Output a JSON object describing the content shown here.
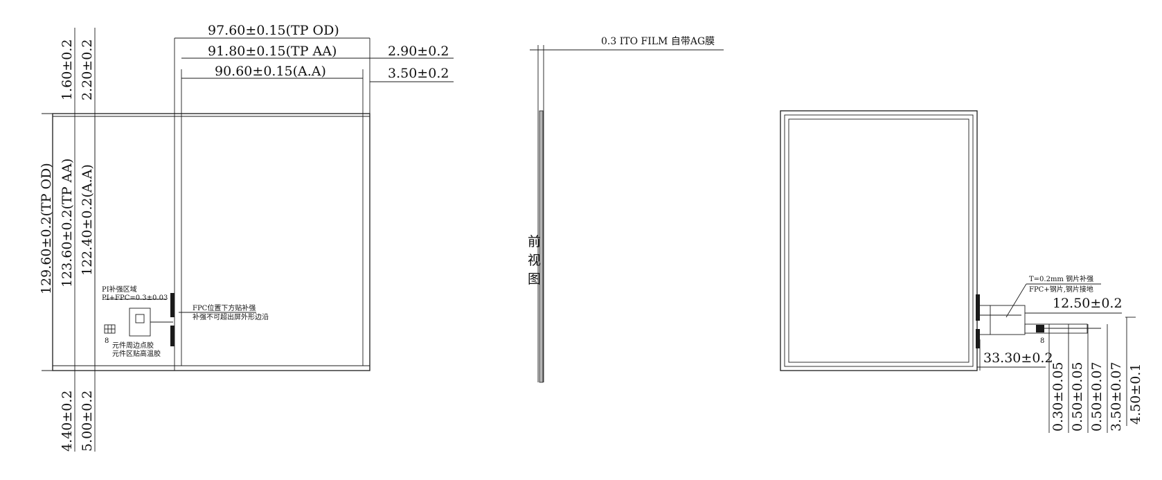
{
  "front": {
    "dim_tp_od_w": "97.60±0.15(TP OD)",
    "dim_tp_aa_w": "91.80±0.15(TP AA)",
    "dim_aa_w": "90.60±0.15(A.A)",
    "dim_right_top": "2.90±0.2",
    "dim_right_aa": "3.50±0.2",
    "dim_top_1": "1.60±0.2",
    "dim_top_2": "2.20±0.2",
    "dim_tp_od_h": "129.60±0.2(TP OD)",
    "dim_tp_aa_h": "123.60±0.2(TP AA)",
    "dim_aa_h": "122.40±0.2(A.A)",
    "dim_bottom_1": "4.40±0.2",
    "dim_bottom_2": "5.00±0.2",
    "note_pi_1": "PI补强区域",
    "note_pi_2": "PI+FPC=0.3±0.03",
    "note_fpc_1": "FPC位置下方贴补强",
    "note_fpc_2": "补强不可超出屏外形边沿",
    "note_comp_1": "元件周边点胶",
    "note_comp_2": "元件区贴高温胶",
    "mark_8": "8"
  },
  "side": {
    "film_label": "0.3 ITO FILM 自带AG膜",
    "view_label_1": "前",
    "view_label_2": "视",
    "view_label_3": "图"
  },
  "back": {
    "note_steel_1": "T=0.2mm 钢片补强",
    "note_steel_2": "FPC+钢片,钢片接地",
    "dim_tail_len": "12.50±0.2",
    "dim_fpc_pos": "33.30±0.2",
    "dim_t1": "0.30±0.05",
    "dim_t2": "0.50±0.05",
    "dim_t3": "0.50±0.07",
    "dim_t4": "3.50±0.07",
    "dim_t5": "4.50±0.1",
    "mark_8": "8"
  }
}
